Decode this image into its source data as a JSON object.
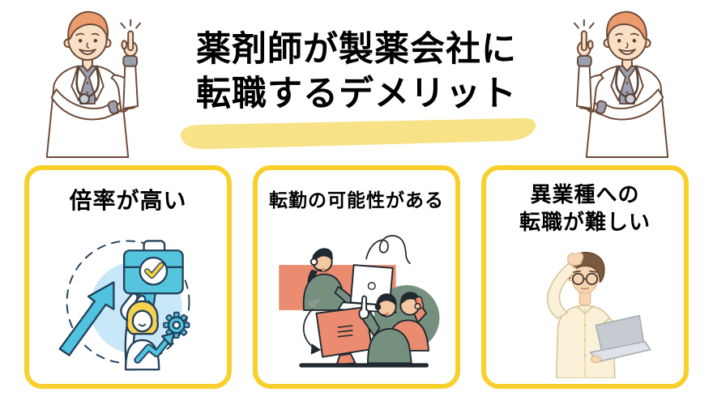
{
  "header": {
    "title": "薬剤師が製薬会社に\n転職するデメリット",
    "left_illustration": "pharmacist-pointing-up",
    "right_illustration": "pharmacist-pointing-up-mirrored"
  },
  "cards": [
    {
      "title": "倍率が高い",
      "illustration": "rising-arrow-briefcase-check"
    },
    {
      "title": "転勤の可能性がある",
      "illustration": "online-team-meeting"
    },
    {
      "title": "異業種への\n転職が難しい",
      "illustration": "confused-man-with-laptop"
    }
  ],
  "colors": {
    "background": "#FFFFFF",
    "title_text": "#000000",
    "highlight": "#F8E287",
    "card_border": "#F9CF2B",
    "teal": "#4FC3DF",
    "light_blue": "#C8E7F8",
    "accent_yellow": "#F2CC3F",
    "coral": "#EB8B6F",
    "sage_green": "#75907F",
    "dark_outline": "#212930",
    "cream_shirt": "#FBF1D8",
    "brown_hair": "#7B593F",
    "doctor_hair_orange": "#EC9C6C",
    "skin": "#F9DFC5"
  }
}
